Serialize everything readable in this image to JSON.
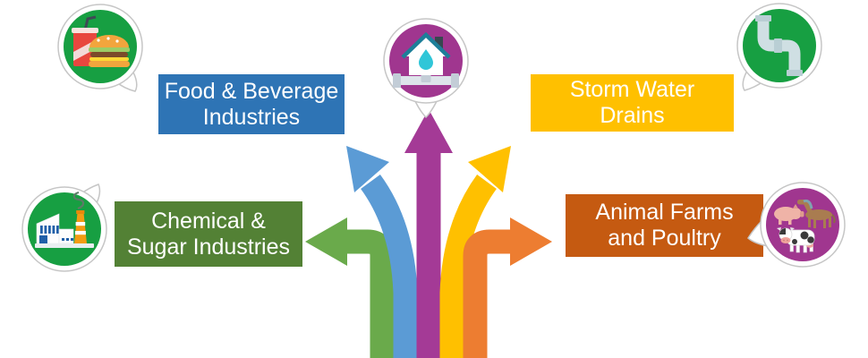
{
  "diagram_title": "",
  "boxes": {
    "food_beverage": {
      "line1": "Food & Beverage",
      "line2": "Industries",
      "color": "#2e74b5"
    },
    "storm_water": {
      "line1": "Storm Water",
      "line2": "Drains",
      "color": "#ffc000"
    },
    "chemical_sugar": {
      "line1": "Chemical &",
      "line2": "Sugar Industries",
      "color": "#538135"
    },
    "animal_farms": {
      "line1": "Animal Farms",
      "line2": "and Poultry",
      "color": "#c55a11"
    }
  },
  "bubbles": {
    "fast_food": {
      "icon": "fast-food-icon",
      "bg": "#179f42"
    },
    "house_drain": {
      "icon": "house-drain-icon",
      "bg": "#a0368f"
    },
    "sewage_pipe": {
      "icon": "sewage-pipe-icon",
      "bg": "#179f42"
    },
    "factory": {
      "icon": "factory-icon",
      "bg": "#179f42"
    },
    "farm_animals": {
      "icon": "farm-animals-icon",
      "bg": "#a0368f"
    }
  },
  "palette": {
    "arrow_left": "#6aaa4b",
    "arrow_up_left": "#5b9bd5",
    "arrow_up": "#a43a96",
    "arrow_up_right": "#ffc000",
    "arrow_right": "#ed7d31",
    "bubble_green": "#179f42",
    "bubble_purple": "#a0368f",
    "bubble_ring": "#c6c6c6",
    "text": "#ffffff"
  }
}
